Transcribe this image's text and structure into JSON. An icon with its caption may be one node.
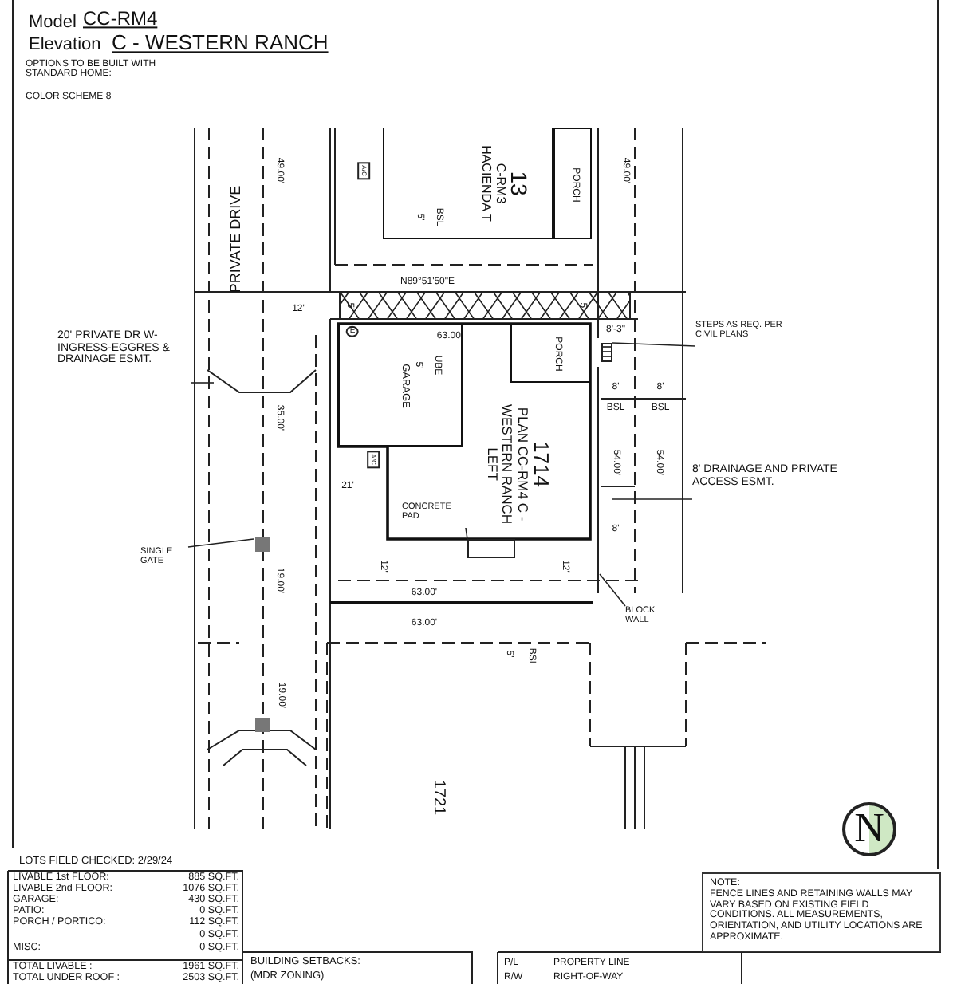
{
  "diagram": {
    "nodes": [
      {
        "text": [
          "13",
          "C-RM3 HACIENDA T"
        ]
      },
      {
        "text": [
          "PORCH"
        ]
      },
      {
        "text": [
          "1714",
          "PLAN CC-RM4 C - WESTERN RANCH LEFT"
        ]
      },
      {
        "text": [
          "GARAGE"
        ],
        "in": 2
      },
      {
        "text": [
          "PORCH"
        ],
        "in": 2
      },
      {
        "text": [],
        "shape": "box"
      },
      {
        "text": [
          "CONCRETE PAD"
        ],
        "in": 2
      },
      {
        "text": [
          "STEPS AS REQ. PER CIVIL PLANS"
        ]
      },
      {
        "text": [
          "BLOCK WALL"
        ]
      },
      {
        "text": [
          "SINGLE GATE"
        ]
      },
      {
        "text": [
          "20' PRIVATE DR W-INGRESS-EGGRES & DRAINAGE ESMT."
        ]
      },
      {
        "text": [
          "8' DRAINAGE AND PRIVATE ACCESS ESMT."
        ]
      },
      {
        "text": [
          "NOTE:",
          "FENCE LINES AND RETAINING WALLS MAY VARY BASED ON EXISTING FIELD CONDITIONS. ALL MEASUREMENTS, ORIENTATION, AND UTILITY LOCATIONS ARE APPROXIMATE."
        ]
      },
      {
        "text": [
          "N"
        ]
      },
      {
        "text": [],
        "shape": "box"
      }
    ],
    "edges": [
      {
        "from": 6,
        "to": 5,
        "arrow": "none"
      },
      {
        "from": 7,
        "to": 14,
        "arrow": "none"
      },
      {
        "from": 8,
        "to": null,
        "arrow": "none"
      },
      {
        "from": 9,
        "to": null,
        "arrow": "none"
      },
      {
        "from": 10,
        "to": null,
        "arrow": "none"
      },
      {
        "from": 11,
        "to": null,
        "arrow": "none"
      }
    ],
    "labels": [
      "Model",
      "CC-RM4",
      "Elevation",
      "C - WESTERN RANCH",
      "OPTIONS TO BE BUILT WITH STANDARD HOME:",
      "COLOR SCHEME 8",
      "PRIVATE DRIVE",
      "49.00'",
      "49.00'",
      "N89°51'50\"E",
      "12'",
      "5'",
      "5'",
      "UBE",
      "63.00'",
      "5'",
      "BSL",
      "5'",
      "8'-3\"",
      "8'",
      "BSL",
      "8'",
      "BSL",
      "54.00'",
      "54.00'",
      "8'",
      "35.00'",
      "21'",
      "12'",
      "12'",
      "63.00'",
      "63.00'",
      "5'",
      "BSL",
      "19.00'",
      "19.00'",
      "1721",
      "A/C",
      "A/C",
      "E",
      "LOTS FIELD CHECKED: 2/29/24",
      "LIVABLE 1st FLOOR:",
      "885 SQ.FT.",
      "LIVABLE 2nd FLOOR:",
      "1076 SQ.FT.",
      "GARAGE:",
      "430 SQ.FT.",
      "PATIO:",
      "0 SQ.FT.",
      "PORCH / PORTICO:",
      "112 SQ.FT.",
      "0 SQ.FT.",
      "MISC:",
      "0 SQ.FT.",
      "TOTAL LIVABLE :",
      "1961 SQ.FT.",
      "TOTAL UNDER ROOF :",
      "2503 SQ.FT.",
      "BUILDING SETBACKS:",
      "(MDR ZONING)",
      "P/L",
      "PROPERTY LINE",
      "R/W",
      "RIGHT-OF-WAY"
    ]
  }
}
